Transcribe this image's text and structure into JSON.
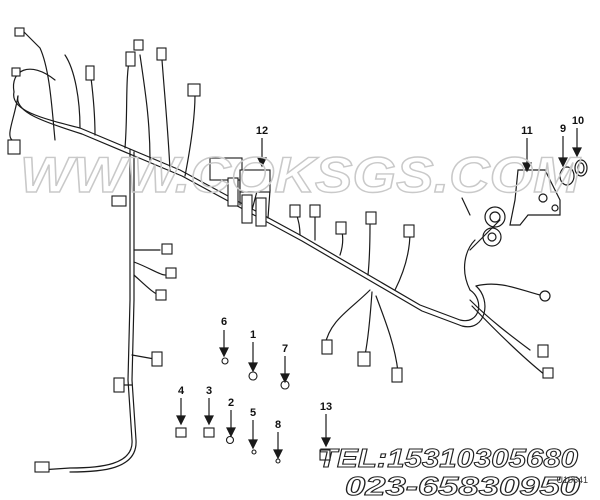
{
  "diagram": {
    "callouts": [
      "12",
      "11",
      "9",
      "10",
      "6",
      "1",
      "7",
      "4",
      "3",
      "2",
      "5",
      "8",
      "13"
    ],
    "watermark": "WWW.COKSGS.COM",
    "phone_line_1": "TEL:15310305680",
    "phone_line_2": "023-65830950",
    "corner_code": "U10541"
  }
}
